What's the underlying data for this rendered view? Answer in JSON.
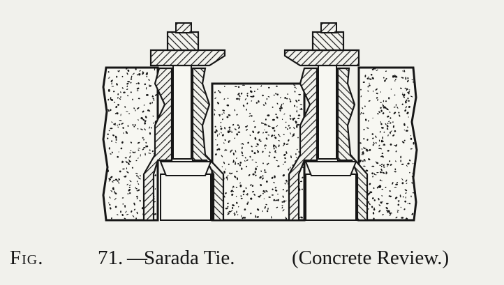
{
  "figure": {
    "caption_prefix": "Fig.",
    "number": "71.",
    "dash": "—",
    "title": "Sarada Tie.",
    "source": "(Concrete Review.)"
  },
  "colors": {
    "background": "#f1f1ec",
    "ink": "#161616",
    "concrete_fill": "#f7f7f2"
  },
  "icons": {
    "tie_assembly": "bolt-nut-sleeve-icon",
    "concrete": "stippled-concrete-block"
  }
}
